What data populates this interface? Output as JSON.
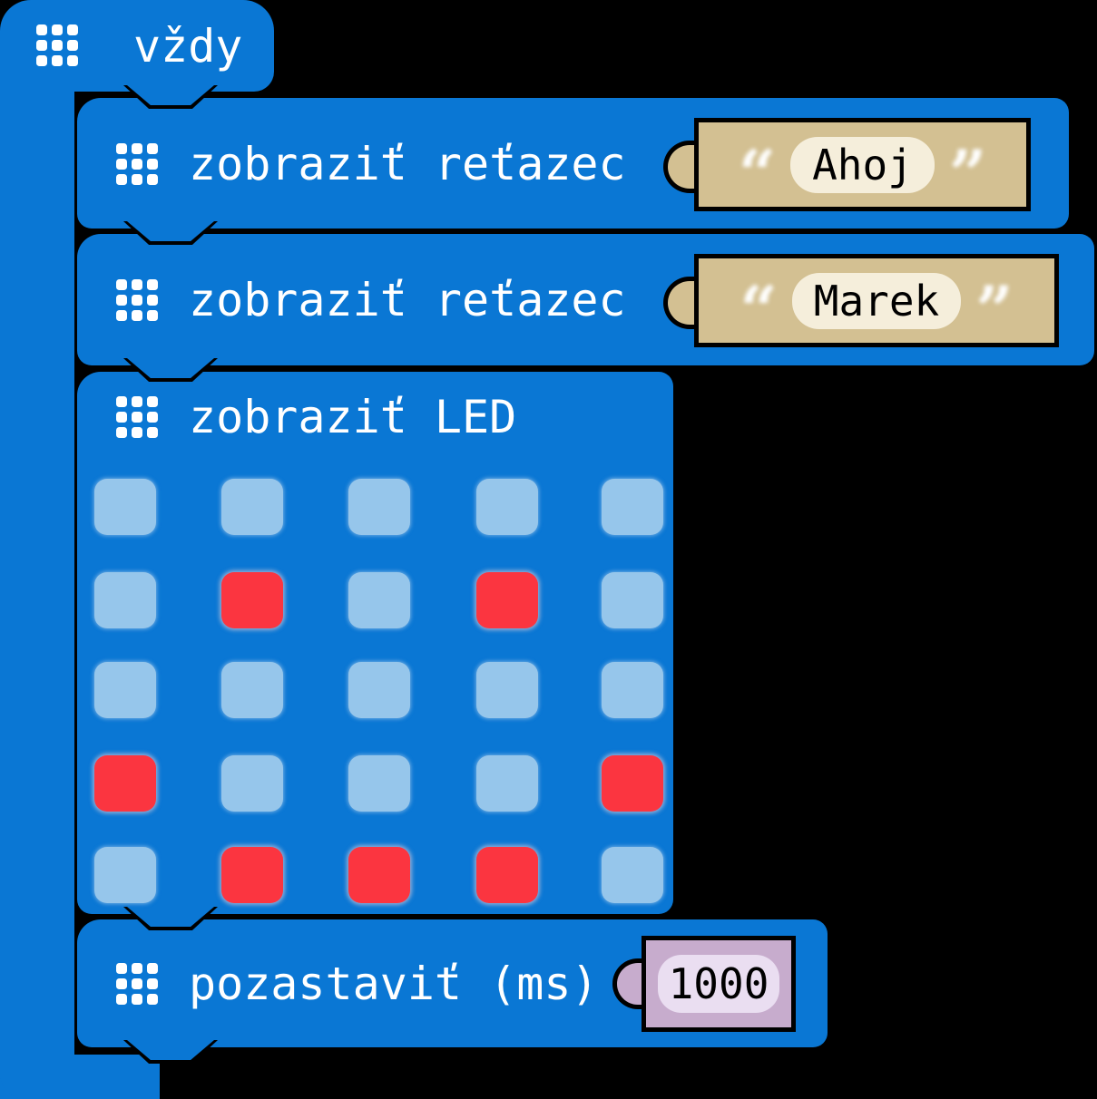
{
  "palette": {
    "block_blue": "#0a77d4",
    "led_off": "#96c6eb",
    "led_on": "#fb3540",
    "string_block_tan": "#d3c092",
    "string_field_cream": "#f5eedb",
    "number_block_purple": "#c7accd",
    "number_field_lavender": "#eadef1",
    "label_text": "#ffffff",
    "value_text": "#000000",
    "background": "#000000"
  },
  "forever": {
    "label": "vždy"
  },
  "show_string_1": {
    "label": "zobraziť reťazec",
    "open_quote": "“",
    "close_quote": "”",
    "value": "Ahoj"
  },
  "show_string_2": {
    "label": "zobraziť reťazec",
    "open_quote": "“",
    "close_quote": "”",
    "value": "Marek"
  },
  "show_leds": {
    "label": "zobraziť LED",
    "grid": [
      [
        0,
        0,
        0,
        0,
        0
      ],
      [
        0,
        1,
        0,
        1,
        0
      ],
      [
        0,
        0,
        0,
        0,
        0
      ],
      [
        1,
        0,
        0,
        0,
        1
      ],
      [
        0,
        1,
        1,
        1,
        0
      ]
    ]
  },
  "pause": {
    "label": "pozastaviť (ms)",
    "value": "1000"
  }
}
